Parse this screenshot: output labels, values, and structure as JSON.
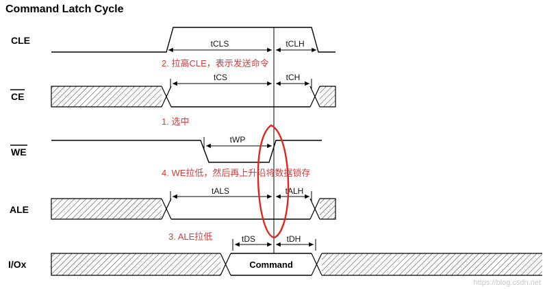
{
  "title": "Command Latch Cycle",
  "signals": {
    "cle": "CLE",
    "ce": "CE",
    "we": "WE",
    "ale": "ALE",
    "iox": "I/Ox"
  },
  "timings": {
    "tcls": "tCLS",
    "tclh": "tCLH",
    "tcs": "tCS",
    "tch": "tCH",
    "twp": "tWP",
    "tals": "tALS",
    "talh": "tALH",
    "tds": "tDS",
    "tdh": "tDH"
  },
  "annotations": {
    "select": "1. 选中",
    "cle_high": "2. 拉高CLE，表示发送命令",
    "ale_low": "3. ALE拉低",
    "we_latch": "4. WE拉低，然后再上升沿将数据锁存"
  },
  "bus": {
    "command_label": "Command"
  },
  "watermark": "https://blog.csdn.net",
  "colors": {
    "signal": "#000000",
    "annotation_text": "#d43b3b",
    "annotation_circle": "#e0261d",
    "watermark": "#c9c9c9",
    "background": "#ffffff"
  }
}
